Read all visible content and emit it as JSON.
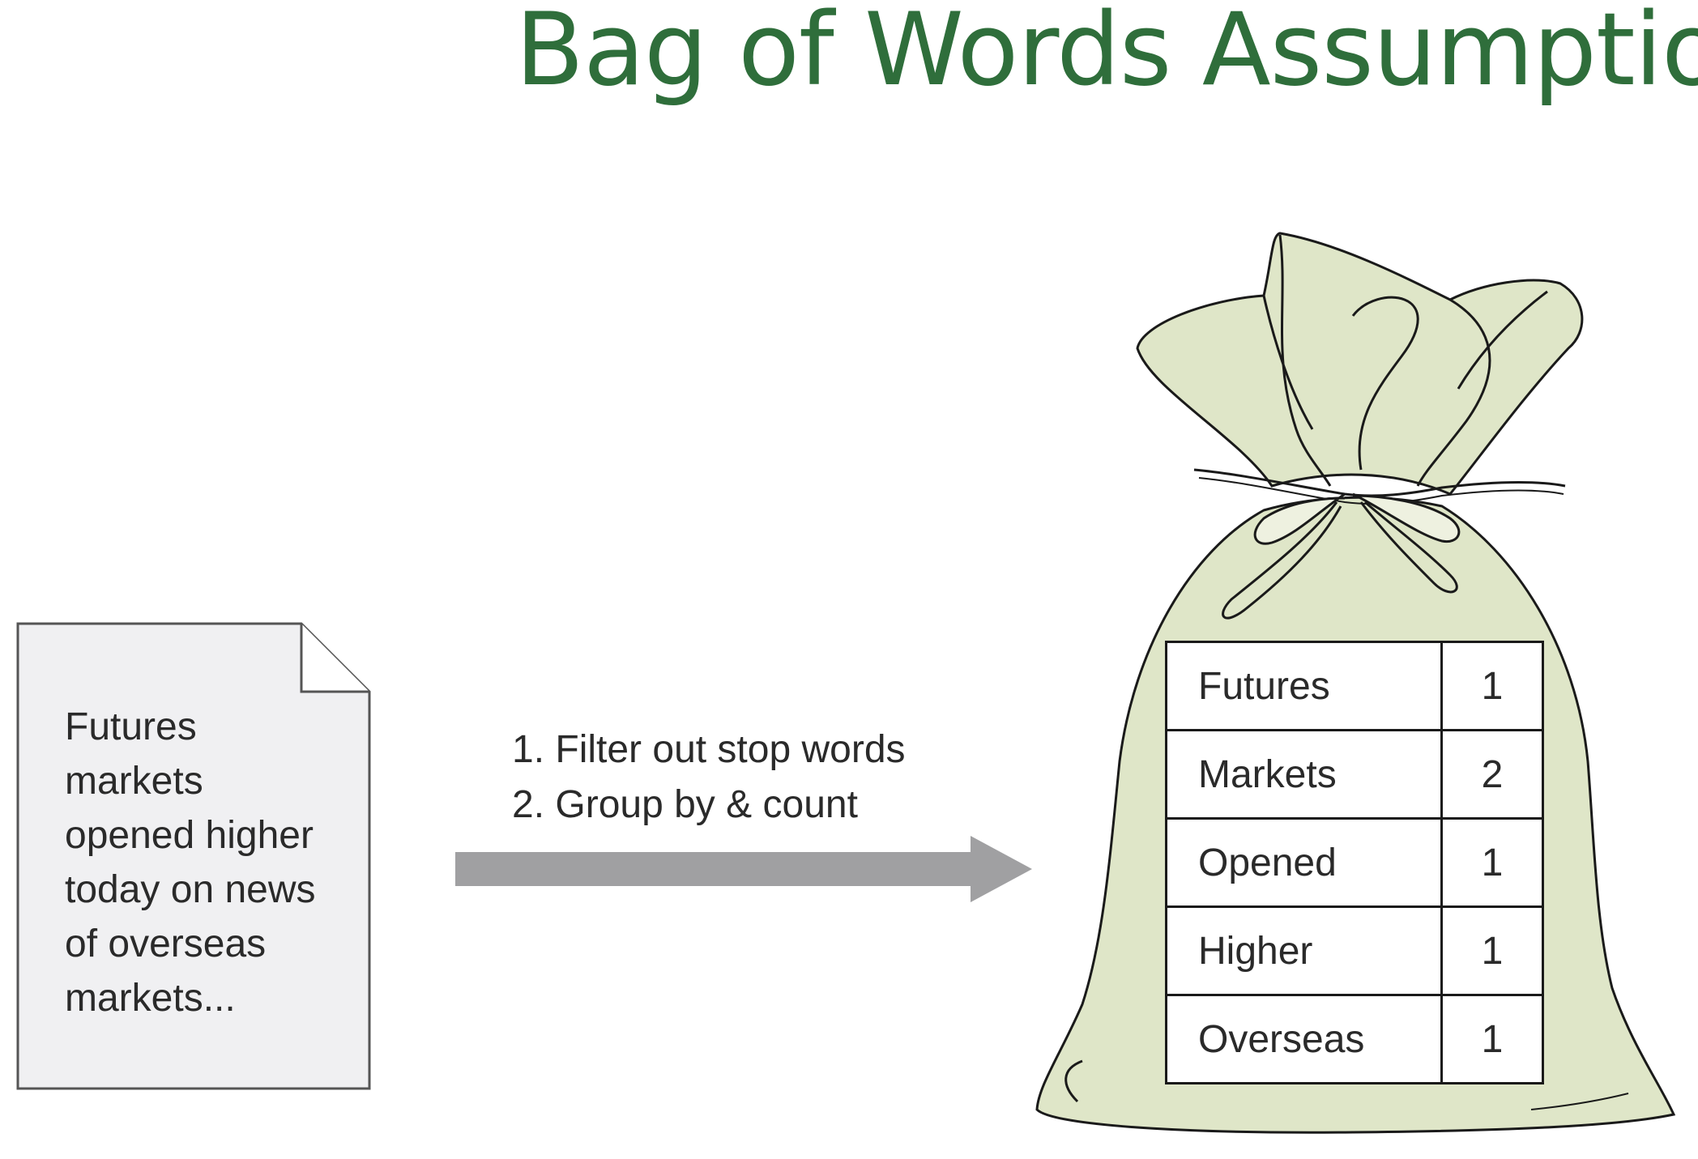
{
  "title": "Bag of Words Assumption",
  "document": {
    "text": "Futures\nmarkets\nopened higher\ntoday on news\nof overseas\nmarkets..."
  },
  "steps": [
    "1. Filter out stop words",
    "2. Group by & count"
  ],
  "bag_table": {
    "rows": [
      {
        "word": "Futures",
        "count": "1"
      },
      {
        "word": "Markets",
        "count": "2"
      },
      {
        "word": "Opened",
        "count": "1"
      },
      {
        "word": "Higher",
        "count": "1"
      },
      {
        "word": "Overseas",
        "count": "1"
      }
    ]
  },
  "colors": {
    "title": "#2f6e3b",
    "document_fill": "#f0f0f2",
    "arrow": "#a0a0a2",
    "bag_fill": "#dfe6c8"
  }
}
